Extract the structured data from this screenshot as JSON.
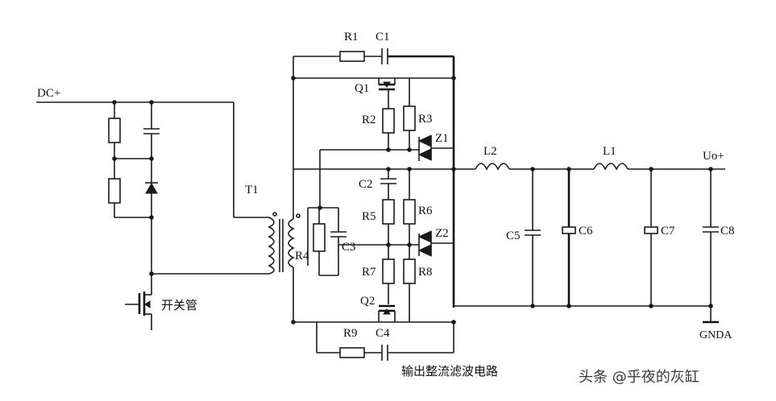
{
  "labels": {
    "dc_plus": "DC+",
    "t1": "T1",
    "switch_tube": "开关管",
    "r1": "R1",
    "c1": "C1",
    "q1": "Q1",
    "r2": "R2",
    "r3": "R3",
    "z1": "Z1",
    "c2": "C2",
    "r5": "R5",
    "r6": "R6",
    "z2": "Z2",
    "r7": "R7",
    "r8": "R8",
    "q2": "Q2",
    "r4": "R4",
    "c3": "C3",
    "r9": "R9",
    "c4": "C4",
    "l2": "L2",
    "l1": "L1",
    "c5": "C5",
    "c6": "C6",
    "c7": "C7",
    "c8": "C8",
    "uo_plus": "Uo+",
    "gnda": "GNDA",
    "caption": "输出整流滤波电路"
  },
  "watermark": "头条 @乎夜的灰缸"
}
